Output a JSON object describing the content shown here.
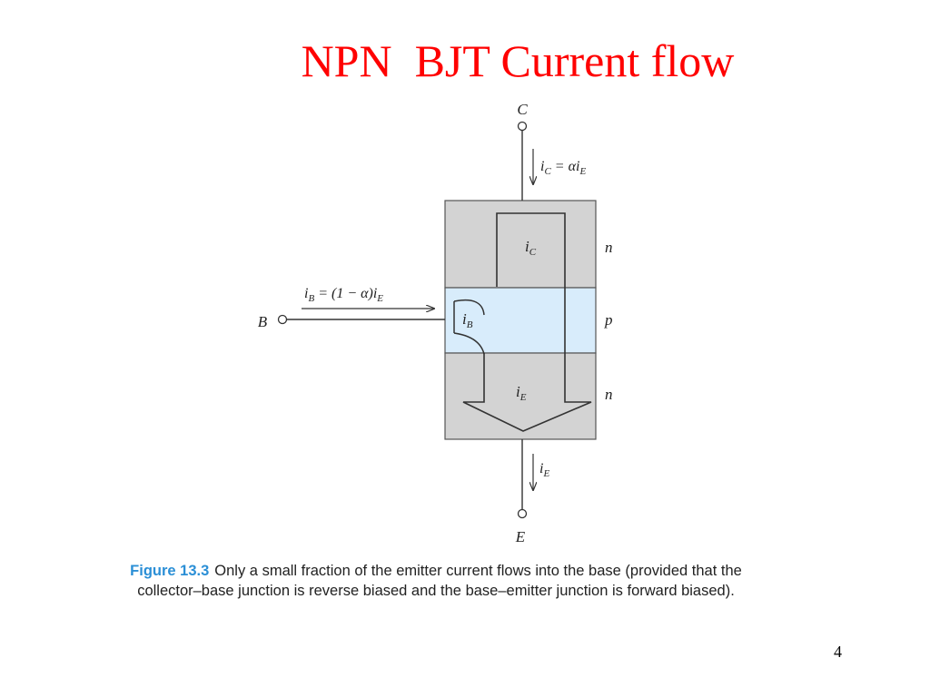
{
  "slide": {
    "title": "NPN  BJT Current flow",
    "page_number": "4"
  },
  "diagram": {
    "terminals": {
      "collector": "C",
      "base": "B",
      "emitter": "E"
    },
    "regions": {
      "top": "n",
      "middle": "p",
      "bottom": "n"
    },
    "colors": {
      "n_region": "#d3d3d3",
      "p_region": "#d8ecfb",
      "title": "#ff0000",
      "figure_label": "#2b8fd6"
    },
    "currents": {
      "ic_eq": {
        "main": "i",
        "sub": "C",
        "rest": " = αi",
        "sub2": "E"
      },
      "ib_eq": {
        "main": "i",
        "sub": "B",
        "rest": " = (1 − α)i",
        "sub2": "E"
      },
      "ic": {
        "main": "i",
        "sub": "C"
      },
      "ib": {
        "main": "i",
        "sub": "B"
      },
      "ie": {
        "main": "i",
        "sub": "E"
      },
      "ie_out": {
        "main": "i",
        "sub": "E"
      }
    }
  },
  "caption": {
    "figure_label": "Figure 13.3",
    "text": "Only a small fraction of the emitter current flows into the base (provided that the collector–base junction is reverse biased and the base–emitter junction is forward biased)."
  }
}
